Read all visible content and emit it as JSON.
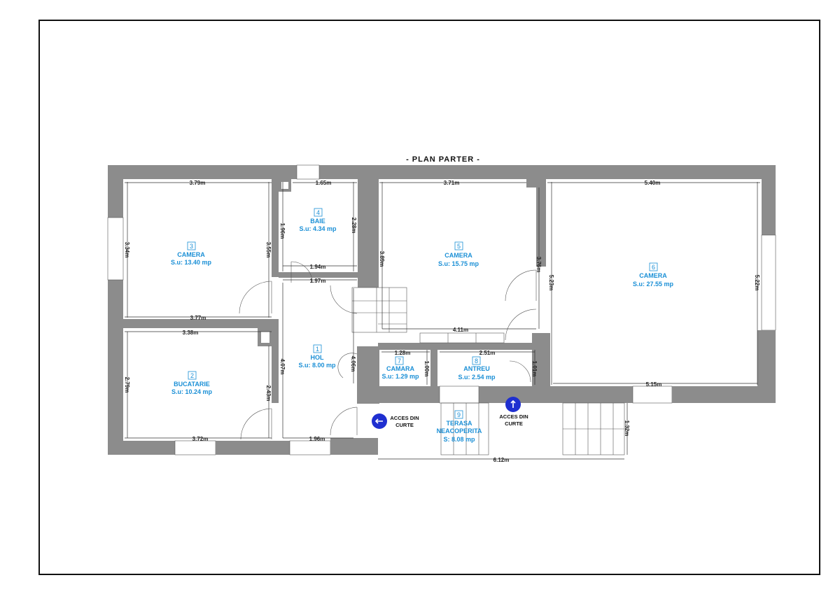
{
  "plan_title": "- PLAN PARTER -",
  "rooms": [
    {
      "num": "1",
      "name": "HOL",
      "area": "S.u: 8.00 mp"
    },
    {
      "num": "2",
      "name": "BUCATARIE",
      "area": "S.u: 10.24 mp"
    },
    {
      "num": "3",
      "name": "CAMERA",
      "area": "S.u: 13.40 mp"
    },
    {
      "num": "4",
      "name": "BAIE",
      "area": "S.u: 4.34 mp"
    },
    {
      "num": "5",
      "name": "CAMERA",
      "area": "S.u: 15.75 mp"
    },
    {
      "num": "6",
      "name": "CAMERA",
      "area": "S.u: 27.55 mp"
    },
    {
      "num": "7",
      "name": "CAMARA",
      "area": "S.u: 1.29 mp"
    },
    {
      "num": "8",
      "name": "ANTREU",
      "area": "S.u: 2.54 mp"
    },
    {
      "num": "9",
      "name": "TERASA",
      "name2": "NEACOPERITA",
      "area": "S: 8.08 mp"
    }
  ],
  "access": [
    {
      "line1": "ACCES DIN",
      "line2": "CURTE",
      "arrow": "arrow-left-icon"
    },
    {
      "line1": "ACCES DIN",
      "line2": "CURTE",
      "arrow": "arrow-up-icon"
    }
  ],
  "dims": {
    "d379": "3.79m",
    "d165": "1.65m",
    "d371": "3.71m",
    "d540": "5.40m",
    "d334": "3.34m",
    "d355": "3.55m",
    "d196v": "1.96m",
    "d228": "2.28m",
    "d194": "1.94m",
    "d197": "1.97m",
    "d389": "3.89m",
    "d376": "3.76m",
    "d523": "5.23m",
    "d522": "5.22m",
    "d377": "3.77m",
    "d338": "3.38m",
    "d411": "4.11m",
    "d128": "1.28m",
    "d251": "2.51m",
    "d100": "1.00m",
    "d101": "1.01m",
    "d407": "4.07m",
    "d406": "4.06m",
    "d279": "2.79m",
    "d243": "2.43m",
    "d515": "5.15m",
    "d372": "3.72m",
    "d196h": "1.96m",
    "d132": "1.32m",
    "d612": "6.12m"
  },
  "colors": {
    "wall": "#8c8c8c",
    "label": "#1a8fd6",
    "access": "#1f2fd0"
  }
}
